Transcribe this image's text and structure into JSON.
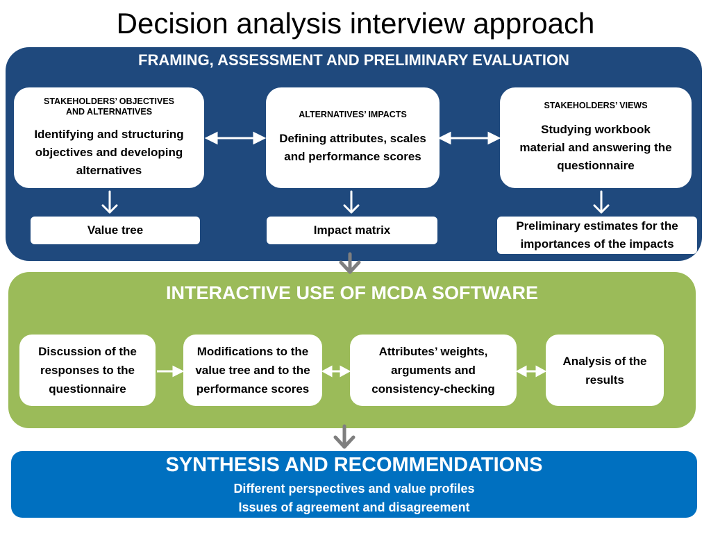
{
  "title": "Decision analysis interview approach",
  "framing": {
    "heading": "FRAMING,  ASSESSMENT  AND  PRELIMINARY  EVALUATION",
    "boxes": [
      {
        "caption_line1": "STAKEHOLDERS’ OBJECTIVES",
        "caption_line2": "AND ALTERNATIVES",
        "text": "Identifying and structuring objectives and developing alternatives"
      },
      {
        "caption_line1": "ALTERNATIVES’ IMPACTS",
        "caption_line2": "",
        "text": "Defining attributes, scales and performance scores"
      },
      {
        "caption_line1": "STAKEHOLDERS’ VIEWS",
        "caption_line2": "",
        "text": "Studying workbook material  and answering the questionnaire"
      }
    ],
    "outputs": [
      "Value tree",
      "Impact matrix",
      "Preliminary estimates for  the importances of the impacts"
    ]
  },
  "interactive": {
    "heading": "INTERACTIVE  USE  OF  MCDA  SOFTWARE",
    "boxes": [
      "Discussion of the responses to the questionnaire",
      "Modifications to the value tree and to the performance scores",
      "Attributes’ weights, arguments and consistency-checking",
      "Analysis of the results"
    ]
  },
  "synthesis": {
    "heading": "SYNTHESIS  AND  RECOMMENDATIONS",
    "line1": "Different perspectives and value profiles",
    "line2": "Issues of agreement and disagreement"
  },
  "colors": {
    "framing_panel": "#1f497d",
    "interactive_panel": "#9bbb59",
    "synthesis_panel": "#0070c0",
    "connector_arrow": "#7f7f7f"
  }
}
